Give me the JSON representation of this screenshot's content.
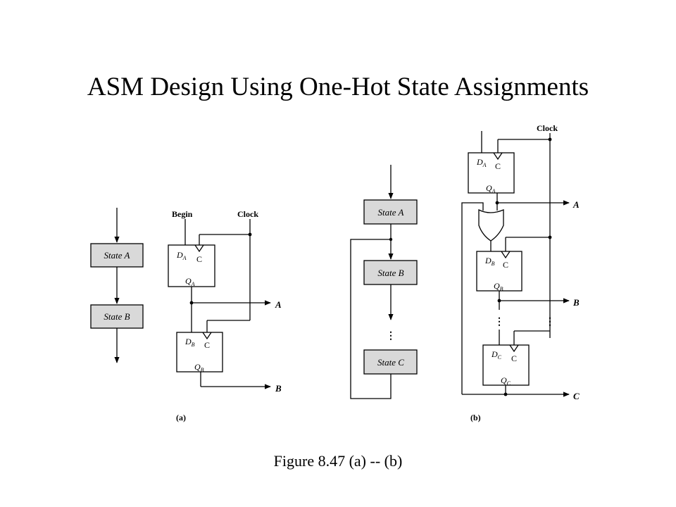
{
  "title": "ASM Design Using One-Hot State Assignments",
  "caption": "Figure 8.47 (a) -- (b)",
  "part_a": {
    "label": "(a)",
    "states": [
      "State A",
      "State B"
    ],
    "begin_label": "Begin",
    "clock_label": "Clock",
    "outputs": [
      "A",
      "B"
    ],
    "ff_a": {
      "d": "D",
      "d_sub": "A",
      "q": "Q",
      "q_sub": "A",
      "c": "C"
    },
    "ff_b": {
      "d": "D",
      "d_sub": "B",
      "q": "Q",
      "q_sub": "B",
      "c": "C"
    }
  },
  "asm_b": {
    "states": [
      "State A",
      "State B",
      "State C"
    ],
    "ellipsis": "⋮"
  },
  "part_b": {
    "label": "(b)",
    "clock_label": "Clock",
    "outputs": [
      "A",
      "B",
      "C"
    ],
    "ellipsis": "⋮",
    "ff_a": {
      "d": "D",
      "d_sub": "A",
      "q": "Q",
      "q_sub": "A",
      "c": "C"
    },
    "ff_b": {
      "d": "D",
      "d_sub": "B",
      "q": "Q",
      "q_sub": "B",
      "c": "C"
    },
    "ff_c": {
      "d": "D",
      "d_sub": "C",
      "q": "Q",
      "q_sub": "C",
      "c": "C"
    }
  }
}
